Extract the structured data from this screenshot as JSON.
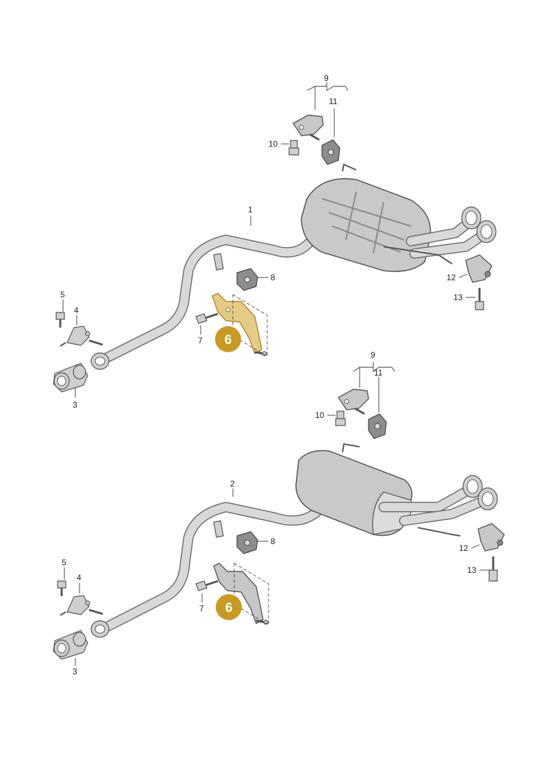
{
  "diagram": {
    "upper_assembly": {
      "labels": {
        "l1": "1",
        "l3": "3",
        "l4": "4",
        "l5": "5",
        "l6": "6",
        "l7": "7",
        "l8": "8",
        "l9": "9",
        "l10": "10",
        "l11": "11",
        "l12": "12",
        "l13": "13"
      }
    },
    "lower_assembly": {
      "labels": {
        "l2": "2",
        "l3": "3",
        "l4": "4",
        "l5": "5",
        "l6": "6",
        "l7": "7",
        "l8": "8",
        "l9": "9",
        "l10": "10",
        "l11": "11",
        "l12": "12",
        "l13": "13"
      }
    },
    "colors": {
      "callout_fill": "#c89a22",
      "highlight_part": "#e5cc86",
      "part_gray": "#cfcfcf",
      "line": "#333333"
    }
  }
}
